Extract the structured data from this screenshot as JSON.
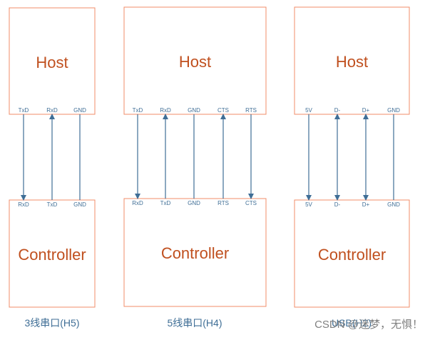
{
  "colors": {
    "box_border": "#f08c6a",
    "title_text": "#c0501f",
    "wire": "#3f6e96",
    "pin_text": "#3f6e96",
    "caption_text": "#3f6e96",
    "watermark_text": "#808080"
  },
  "diagrams": [
    {
      "caption": "3线串口(H5)",
      "host": {
        "title": "Host",
        "pins": [
          "TxD",
          "RxD",
          "GND"
        ]
      },
      "controller": {
        "title": "Controller",
        "pins": [
          "RxD",
          "TxD",
          "GND"
        ]
      },
      "links": [
        {
          "from": "TxD",
          "to": "RxD",
          "direction": "down"
        },
        {
          "from": "RxD",
          "to": "TxD",
          "direction": "up"
        },
        {
          "from": "GND",
          "to": "GND",
          "direction": "none"
        }
      ]
    },
    {
      "caption": "5线串口(H4)",
      "host": {
        "title": "Host",
        "pins": [
          "TxD",
          "RxD",
          "GND",
          "CTS",
          "RTS"
        ]
      },
      "controller": {
        "title": "Controller",
        "pins": [
          "RxD",
          "TxD",
          "GND",
          "RTS",
          "CTS"
        ]
      },
      "links": [
        {
          "from": "TxD",
          "to": "RxD",
          "direction": "down"
        },
        {
          "from": "RxD",
          "to": "TxD",
          "direction": "up"
        },
        {
          "from": "GND",
          "to": "GND",
          "direction": "none"
        },
        {
          "from": "CTS",
          "to": "RTS",
          "direction": "up"
        },
        {
          "from": "RTS",
          "to": "CTS",
          "direction": "down"
        }
      ]
    },
    {
      "caption": "USB(H2)",
      "host": {
        "title": "Host",
        "pins": [
          "5V",
          "D-",
          "D+",
          "GND"
        ]
      },
      "controller": {
        "title": "Controller",
        "pins": [
          "5V",
          "D-",
          "D+",
          "GND"
        ]
      },
      "links": [
        {
          "from": "5V",
          "to": "5V",
          "direction": "down"
        },
        {
          "from": "D-",
          "to": "D-",
          "direction": "both"
        },
        {
          "from": "D+",
          "to": "D+",
          "direction": "both"
        },
        {
          "from": "GND",
          "to": "GND",
          "direction": "none"
        }
      ]
    }
  ],
  "watermark": "CSDN @迷梦，无惧！"
}
